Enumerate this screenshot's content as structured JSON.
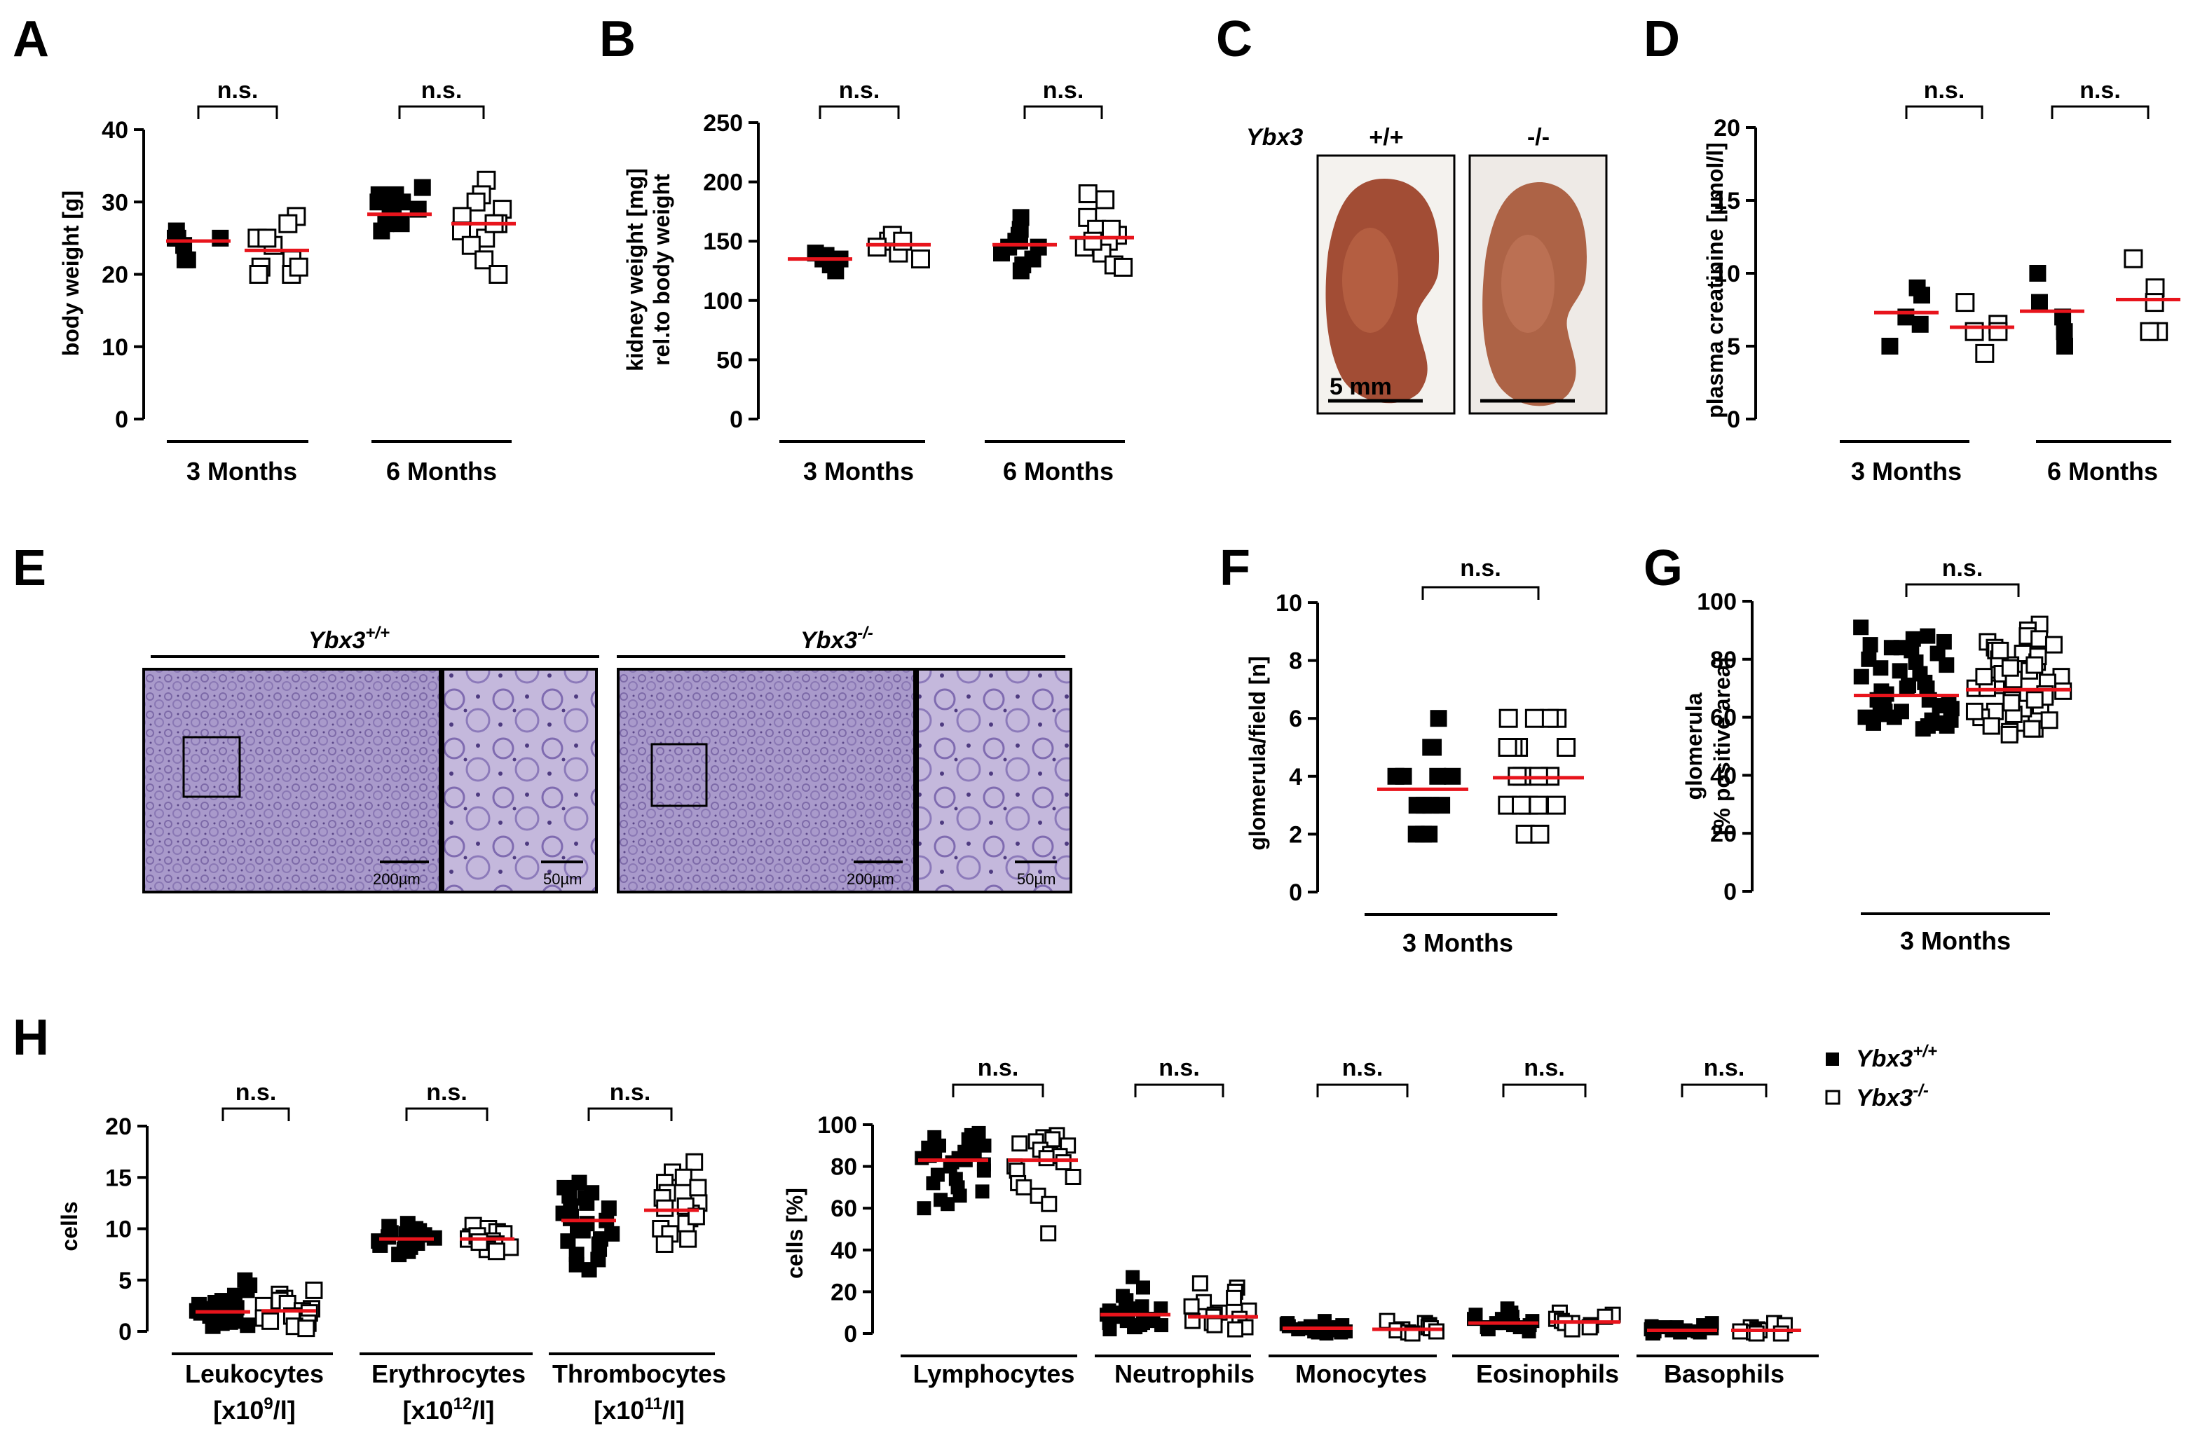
{
  "colors": {
    "mean_line": "#e8141c",
    "filled": "#000000",
    "open_fill": "#ffffff",
    "open_stroke": "#000000",
    "he_stain": "#9c8fbf",
    "kidney": "#a8543a",
    "background": "#ffffff"
  },
  "significance_label": "n.s.",
  "panels": {
    "A": {
      "letter": "A",
      "ylabel": "body weight [g]",
      "group_labels": [
        "3 Months",
        "6 Months"
      ]
    },
    "B": {
      "letter": "B",
      "ylabel_lines": [
        "kidney weight [mg]",
        "rel.to body weight"
      ],
      "group_labels": [
        "3 Months",
        "6 Months"
      ]
    },
    "C": {
      "letter": "C",
      "gene_label": "Ybx3",
      "genotype_labels": [
        "+/+",
        "-/-"
      ],
      "scale_label": "5 mm"
    },
    "D": {
      "letter": "D",
      "ylabel": "plasma creatinine [µmol/l]",
      "group_labels": [
        "3 Months",
        "6 Months"
      ]
    },
    "E": {
      "letter": "E",
      "gene": "Ybx3",
      "genotypes": [
        "+/+",
        "-/-"
      ],
      "scale_labels": [
        "200µm",
        "50µm"
      ]
    },
    "F": {
      "letter": "F",
      "ylabel": "glomerula/field [n]",
      "group_labels": [
        "3 Months"
      ]
    },
    "G": {
      "letter": "G",
      "ylabel_lines": [
        "glomerula",
        "[% positive area]"
      ],
      "group_labels": [
        "3 Months"
      ]
    },
    "H": {
      "letter": "H",
      "left_ylabel": "cells",
      "right_ylabel": "cells [%]",
      "left_groups": [
        {
          "name": "Leukocytes",
          "unit_pre": "[x10",
          "unit_sup": "9",
          "unit_post": "/l]"
        },
        {
          "name": "Erythrocytes",
          "unit_pre": "[x10",
          "unit_sup": "12",
          "unit_post": "/l]"
        },
        {
          "name": "Thrombocytes",
          "unit_pre": "[x10",
          "unit_sup": "11",
          "unit_post": "/l]"
        }
      ],
      "right_groups": [
        "Lymphocytes",
        "Neutrophils",
        "Monocytes",
        "Eosinophils",
        "Basophils"
      ],
      "legend": [
        {
          "gene": "Ybx3",
          "sup": "+/+",
          "marker": "filled"
        },
        {
          "gene": "Ybx3",
          "sup": "-/-",
          "marker": "open"
        }
      ]
    }
  },
  "chart_data": [
    {
      "panel": "A",
      "type": "scatter",
      "ylabel": "body weight [g]",
      "ylim": [
        0,
        40
      ],
      "yticks": [
        0,
        10,
        20,
        30,
        40
      ],
      "groups": [
        "3 Months",
        "6 Months"
      ],
      "series": [
        {
          "group": "3 Months",
          "genotype": "+/+",
          "marker": "filled",
          "mean": 24.6,
          "values": [
            25,
            24,
            26,
            22,
            22,
            25,
            25
          ]
        },
        {
          "group": "3 Months",
          "genotype": "-/-",
          "marker": "open",
          "mean": 23.3,
          "values": [
            28,
            27,
            25,
            24,
            22,
            21,
            20,
            20,
            21,
            25
          ]
        },
        {
          "group": "6 Months",
          "genotype": "+/+",
          "marker": "filled",
          "mean": 28.3,
          "values": [
            31,
            30,
            29,
            28,
            27,
            26,
            30,
            29,
            27,
            31,
            32
          ]
        },
        {
          "group": "6 Months",
          "genotype": "-/-",
          "marker": "open",
          "mean": 27.0,
          "values": [
            33,
            31,
            30,
            29,
            28,
            27,
            26,
            25,
            24,
            22,
            20,
            27
          ]
        }
      ]
    },
    {
      "panel": "B",
      "type": "scatter",
      "ylabel": "kidney weight [mg] rel.to body weight",
      "ylim": [
        0,
        250
      ],
      "yticks": [
        0,
        50,
        100,
        150,
        200,
        250
      ],
      "groups": [
        "3 Months",
        "6 Months"
      ],
      "series": [
        {
          "group": "3 Months",
          "genotype": "+/+",
          "marker": "filled",
          "mean": 135,
          "values": [
            130,
            135,
            138,
            125,
            140,
            135
          ]
        },
        {
          "group": "3 Months",
          "genotype": "-/-",
          "marker": "open",
          "mean": 147,
          "values": [
            150,
            155,
            145,
            140,
            135,
            150
          ]
        },
        {
          "group": "6 Months",
          "genotype": "+/+",
          "marker": "filled",
          "mean": 147,
          "values": [
            170,
            160,
            150,
            145,
            140,
            135,
            130,
            125,
            150,
            155,
            145
          ]
        },
        {
          "group": "6 Months",
          "genotype": "-/-",
          "marker": "open",
          "mean": 153,
          "values": [
            190,
            185,
            170,
            160,
            155,
            150,
            145,
            140,
            130,
            128,
            150,
            160
          ]
        }
      ]
    },
    {
      "panel": "D",
      "type": "scatter",
      "ylabel": "plasma creatinine [µmol/l]",
      "ylim": [
        0,
        20
      ],
      "yticks": [
        0,
        5,
        10,
        15,
        20
      ],
      "groups": [
        "3 Months",
        "6 Months"
      ],
      "series": [
        {
          "group": "3 Months",
          "genotype": "+/+",
          "marker": "filled",
          "mean": 7.3,
          "values": [
            9,
            8.5,
            7,
            6.5,
            5
          ]
        },
        {
          "group": "3 Months",
          "genotype": "-/-",
          "marker": "open",
          "mean": 6.3,
          "values": [
            8,
            6.5,
            6,
            6,
            4.5
          ]
        },
        {
          "group": "6 Months",
          "genotype": "+/+",
          "marker": "filled",
          "mean": 7.4,
          "values": [
            10,
            8,
            7,
            6,
            5
          ]
        },
        {
          "group": "6 Months",
          "genotype": "-/-",
          "marker": "open",
          "mean": 8.2,
          "values": [
            11,
            9,
            8,
            6,
            6
          ]
        }
      ]
    },
    {
      "panel": "F",
      "type": "scatter",
      "ylabel": "glomerula/field [n]",
      "ylim": [
        0,
        10
      ],
      "yticks": [
        0,
        2,
        4,
        6,
        8,
        10
      ],
      "groups": [
        "3 Months"
      ],
      "series": [
        {
          "group": "3 Months",
          "genotype": "+/+",
          "marker": "filled",
          "mean": 3.55,
          "values": [
            6,
            5,
            5,
            4,
            4,
            4,
            4,
            3,
            3,
            3,
            3,
            2,
            2,
            2
          ]
        },
        {
          "group": "3 Months",
          "genotype": "-/-",
          "marker": "open",
          "mean": 3.95,
          "values": [
            6,
            6,
            6,
            6,
            5,
            5,
            5,
            5,
            4,
            4,
            4,
            4,
            3,
            3,
            3,
            3,
            3,
            2,
            2
          ]
        }
      ]
    },
    {
      "panel": "G",
      "type": "scatter",
      "ylabel": "glomerula [% positive area]",
      "ylim": [
        0,
        100
      ],
      "yticks": [
        0,
        20,
        40,
        60,
        80,
        100
      ],
      "groups": [
        "3 Months"
      ],
      "series": [
        {
          "group": "3 Months",
          "genotype": "+/+",
          "marker": "filled",
          "mean": 67.5,
          "values": [
            91,
            88,
            87,
            86,
            85,
            84,
            83,
            82,
            80,
            78,
            76,
            75,
            72,
            70,
            68,
            66,
            65,
            63,
            62,
            61,
            60,
            59,
            58,
            57,
            56,
            64,
            69,
            74,
            79,
            84,
            62,
            58,
            60,
            65,
            70,
            57,
            59,
            66,
            71,
            77
          ]
        },
        {
          "group": "3 Months",
          "genotype": "-/-",
          "marker": "open",
          "mean": 69.5,
          "values": [
            92,
            90,
            88,
            87,
            86,
            85,
            84,
            83,
            82,
            80,
            78,
            76,
            74,
            72,
            70,
            68,
            66,
            64,
            62,
            60,
            58,
            57,
            56,
            55,
            54,
            63,
            67,
            71,
            75,
            79,
            83,
            61,
            59,
            65,
            69,
            73,
            77,
            81,
            57,
            62,
            66,
            70,
            74,
            78,
            56
          ]
        }
      ]
    },
    {
      "panel": "H-left",
      "type": "scatter",
      "ylabel": "cells",
      "ylim": [
        0,
        20
      ],
      "yticks": [
        0,
        5,
        10,
        15,
        20
      ],
      "groups": [
        "Leukocytes",
        "Erythrocytes",
        "Thrombocytes"
      ],
      "series": [
        {
          "group": "Leukocytes",
          "genotype": "+/+",
          "marker": "filled",
          "mean": 1.9,
          "values": [
            5,
            4.5,
            4,
            3.5,
            3,
            2.8,
            2.5,
            2.3,
            2,
            2,
            1.8,
            1.6,
            1.5,
            1.3,
            1.2,
            1,
            0.9,
            0.8,
            0.6,
            0.5,
            2.2,
            2.6,
            1.7,
            1.4
          ]
        },
        {
          "group": "Leukocytes",
          "genotype": "-/-",
          "marker": "open",
          "mean": 2.0,
          "values": [
            4,
            3.6,
            3.2,
            3,
            2.7,
            2.5,
            2.2,
            2,
            1.8,
            1.5,
            1.3,
            1,
            0.8,
            0.5,
            0.3
          ]
        },
        {
          "group": "Erythrocytes",
          "genotype": "+/+",
          "marker": "filled",
          "mean": 9.0,
          "values": [
            10.5,
            10.2,
            10,
            9.8,
            9.6,
            9.4,
            9.2,
            9,
            8.8,
            8.6,
            8.4,
            8.2,
            8,
            7.8,
            7.5,
            9.1,
            8.9,
            9.5,
            8.5,
            9.3
          ]
        },
        {
          "group": "Erythrocytes",
          "genotype": "-/-",
          "marker": "open",
          "mean": 9.0,
          "values": [
            10.3,
            10,
            9.7,
            9.5,
            9.2,
            9,
            8.8,
            8.5,
            8.2,
            8,
            7.8,
            9.3,
            8.7
          ]
        },
        {
          "group": "Thrombocytes",
          "genotype": "+/+",
          "marker": "filled",
          "mean": 10.8,
          "values": [
            14.5,
            14,
            13.5,
            13,
            12.5,
            12,
            11.5,
            11,
            10.5,
            10,
            9.5,
            9,
            8.5,
            8,
            7.5,
            7,
            6.5,
            6,
            11.2,
            10.8,
            12.2,
            9.8,
            13.2,
            8.8
          ]
        },
        {
          "group": "Thrombocytes",
          "genotype": "-/-",
          "marker": "open",
          "mean": 11.8,
          "values": [
            16.5,
            15.5,
            15,
            14.5,
            14,
            13.5,
            13,
            12.5,
            12,
            11.5,
            11,
            10.5,
            10,
            9.5,
            9,
            8.5,
            12.2,
            11.2
          ]
        }
      ]
    },
    {
      "panel": "H-right",
      "type": "scatter",
      "ylabel": "cells [%]",
      "ylim": [
        0,
        100
      ],
      "yticks": [
        0,
        20,
        40,
        60,
        80,
        100
      ],
      "groups": [
        "Lymphocytes",
        "Neutrophils",
        "Monocytes",
        "Eosinophils",
        "Basophils"
      ],
      "series": [
        {
          "group": "Lymphocytes",
          "genotype": "+/+",
          "marker": "filled",
          "mean": 83,
          "values": [
            96,
            95,
            94,
            93,
            92,
            91,
            90,
            89,
            88,
            87,
            86,
            85,
            84,
            83,
            82,
            81,
            80,
            78,
            76,
            74,
            72,
            70,
            68,
            66,
            64,
            62,
            60,
            86,
            90,
            84
          ]
        },
        {
          "group": "Lymphocytes",
          "genotype": "-/-",
          "marker": "open",
          "mean": 83,
          "values": [
            95,
            94,
            93,
            92,
            91,
            90,
            88,
            86,
            85,
            84,
            82,
            80,
            78,
            75,
            72,
            70,
            66,
            62,
            48
          ]
        },
        {
          "group": "Neutrophils",
          "genotype": "+/+",
          "marker": "filled",
          "mean": 9,
          "values": [
            27,
            22,
            18,
            16,
            14,
            13,
            12,
            11,
            10,
            9,
            9,
            8,
            8,
            7,
            7,
            6,
            6,
            5,
            5,
            4,
            4,
            3,
            3,
            2,
            10,
            12
          ]
        },
        {
          "group": "Neutrophils",
          "genotype": "-/-",
          "marker": "open",
          "mean": 8,
          "values": [
            24,
            22,
            20,
            17,
            15,
            13,
            11,
            10,
            9,
            8,
            7,
            6,
            5,
            4,
            3,
            2
          ]
        },
        {
          "group": "Monocytes",
          "genotype": "+/+",
          "marker": "filled",
          "mean": 2.5,
          "values": [
            6,
            5,
            4.5,
            4,
            3.5,
            3,
            3,
            2.5,
            2,
            2,
            1.5,
            1,
            1,
            0.5,
            0.5,
            0,
            3.5,
            2.5
          ]
        },
        {
          "group": "Monocytes",
          "genotype": "-/-",
          "marker": "open",
          "mean": 2,
          "values": [
            6,
            5,
            4,
            3,
            2.5,
            2,
            1.5,
            1,
            0.5,
            0
          ]
        },
        {
          "group": "Eosinophils",
          "genotype": "+/+",
          "marker": "filled",
          "mean": 5,
          "values": [
            12,
            10,
            9,
            8,
            7,
            6,
            6,
            5,
            5,
            4,
            4,
            3,
            3,
            2,
            2,
            1,
            7,
            5
          ]
        },
        {
          "group": "Eosinophils",
          "genotype": "-/-",
          "marker": "open",
          "mean": 5.5,
          "values": [
            10,
            9,
            8,
            7,
            6,
            5,
            5,
            4,
            3,
            2
          ]
        },
        {
          "group": "Basophils",
          "genotype": "+/+",
          "marker": "filled",
          "mean": 1.5,
          "values": [
            5,
            4,
            3.5,
            3,
            2.5,
            2,
            1.5,
            1.5,
            1,
            1,
            0.5,
            0.5,
            0,
            0,
            2,
            3
          ]
        },
        {
          "group": "Basophils",
          "genotype": "-/-",
          "marker": "open",
          "mean": 1.5,
          "values": [
            5,
            4,
            3,
            2,
            1.5,
            1,
            0.5,
            0,
            0
          ]
        }
      ]
    }
  ]
}
